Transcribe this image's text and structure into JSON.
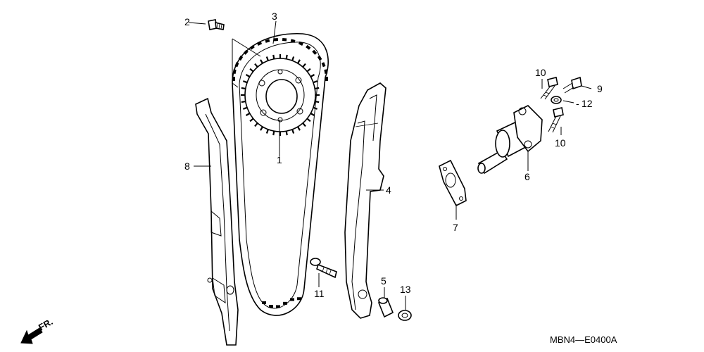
{
  "callouts": {
    "c1": "1",
    "c2": "2",
    "c3": "3",
    "c4": "4",
    "c5": "5",
    "c6": "6",
    "c7": "7",
    "c8": "8",
    "c9": "9",
    "c10a": "10",
    "c10b": "10",
    "c11": "11",
    "c12": "12",
    "c13": "13"
  },
  "diagram_code": "MBN4—E0400A",
  "front_indicator": "FR."
}
